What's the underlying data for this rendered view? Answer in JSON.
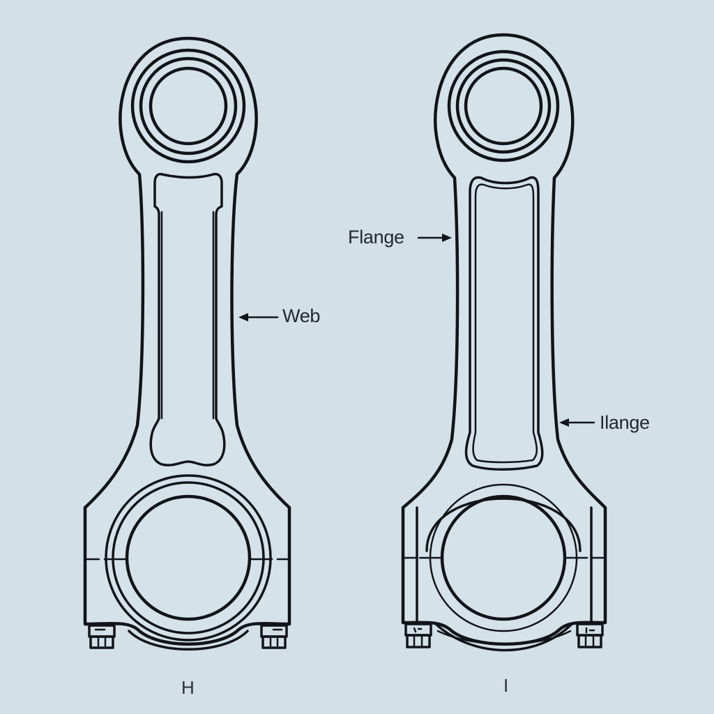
{
  "diagram": {
    "title": "",
    "background_color": "#d3e0e8",
    "line_color": "#111418",
    "rods": [
      {
        "id": "h-section",
        "caption": "H",
        "callouts": [
          {
            "label": "Web",
            "arrow_direction": "left",
            "target": "shank-right-edge"
          }
        ]
      },
      {
        "id": "i-section",
        "caption": "I",
        "callouts": [
          {
            "label": "Flange",
            "arrow_direction": "right",
            "target": "shank-left-edge"
          },
          {
            "label": "Ilange",
            "arrow_direction": "left",
            "target": "shank-right-edge"
          }
        ]
      }
    ]
  },
  "labels": {
    "web": "Web",
    "flange_top": "Flange",
    "flange_bottom": "Ilange",
    "caption_h": "H",
    "caption_i": "I"
  }
}
